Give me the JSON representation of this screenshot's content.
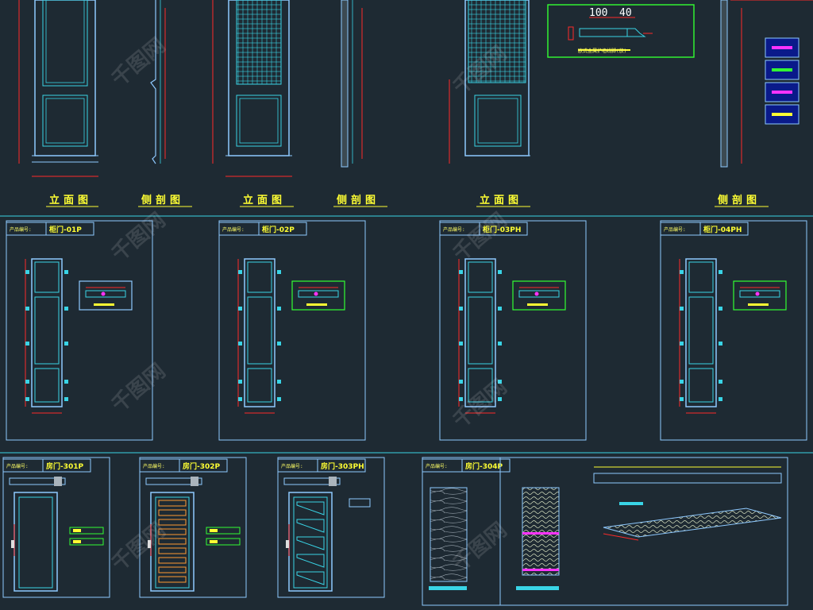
{
  "top_labels": [
    "立面图",
    "侧剖图",
    "立面图",
    "侧剖图",
    "立面图",
    "侧剖图"
  ],
  "detail": {
    "dim_a": "100",
    "dim_b": "40",
    "caption": "欧式金属护墙线脚(放)"
  },
  "panels_mid": [
    {
      "tag_prefix": "产品编号:",
      "tag": "柜门-01P"
    },
    {
      "tag_prefix": "产品编号:",
      "tag": "柜门-02P"
    },
    {
      "tag_prefix": "产品编号:",
      "tag": "柜门-03PH"
    },
    {
      "tag_prefix": "产品编号:",
      "tag": "柜门-04PH"
    }
  ],
  "panels_bottom": [
    {
      "tag_prefix": "产品编号:",
      "tag": "房门-301P"
    },
    {
      "tag_prefix": "产品编号:",
      "tag": "房门-302P"
    },
    {
      "tag_prefix": "产品编号:",
      "tag": "房门-303PH"
    },
    {
      "tag_prefix": "产品编号:",
      "tag": "房门-304P"
    }
  ],
  "watermark": "千图网",
  "colors": {
    "background": "#1e2a33",
    "line_cyan": "#39d4e6",
    "dim_red": "#ff2a2a",
    "label_yellow": "#ffff33",
    "box_green": "#33ff33",
    "frame_blue": "#8ec9ff"
  }
}
